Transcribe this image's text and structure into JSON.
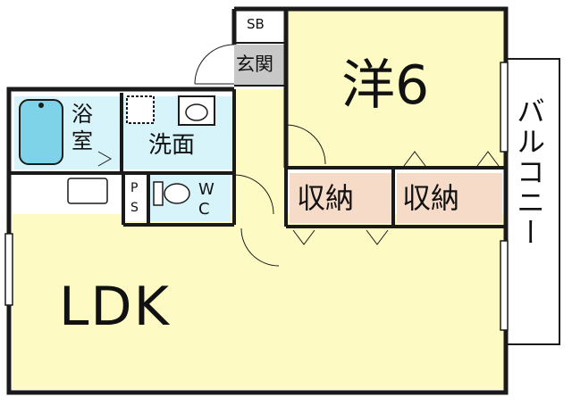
{
  "colors": {
    "wall": "#1a1a1a",
    "room_yellow": "#fdfbc3",
    "wet_blue": "#d8f4fb",
    "storage_tan": "#f6dcc8",
    "entrance_gray": "#c8c8c8",
    "bath_tub": "#7fd3e8",
    "balcony": "#ffffff"
  },
  "rooms": {
    "ldk": "LDK",
    "western": "洋6",
    "bath_1": "浴",
    "bath_2": "室",
    "washroom": "洗面",
    "wc_1": "W",
    "wc_2": "C",
    "ps_1": "P",
    "ps_2": "S",
    "storage_left": "収納",
    "storage_right": "収納",
    "entrance": "玄関",
    "shoebox": "SB",
    "balcony": "バルコニー"
  },
  "icons": [
    "bathtub-icon",
    "toilet-icon",
    "washbasin-icon",
    "door-swing-icon"
  ]
}
